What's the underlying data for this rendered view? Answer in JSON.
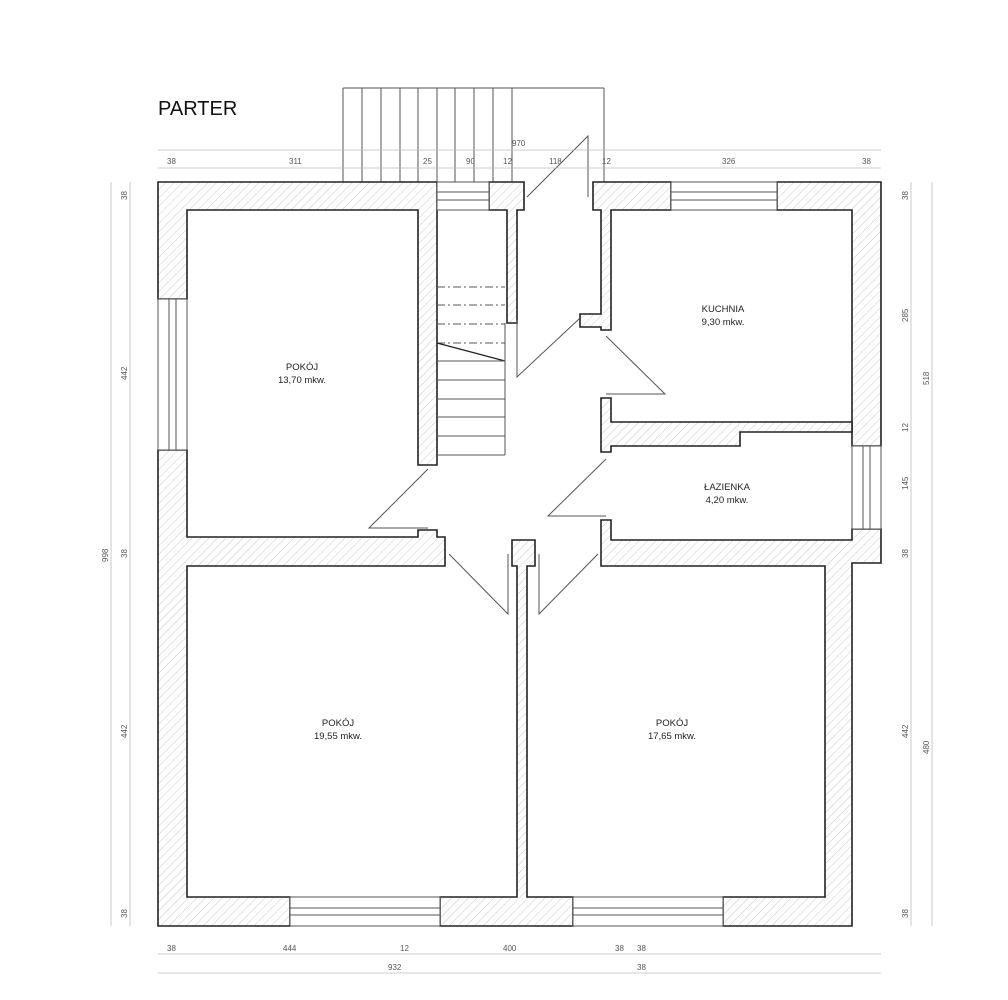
{
  "title": "PARTER",
  "rooms": [
    {
      "name": "POKÓJ",
      "area": "13,70 mkw."
    },
    {
      "name": "KUCHNIA",
      "area": "9,30 mkw."
    },
    {
      "name": "ŁAZIENKA",
      "area": "4,20 mkw."
    },
    {
      "name": "POKÓJ",
      "area": "19,55 mkw."
    },
    {
      "name": "POKÓJ",
      "area": "17,65 mkw."
    }
  ],
  "dimensions": {
    "top_total": "970",
    "top": [
      "38",
      "311",
      "25",
      "90",
      "12",
      "118",
      "12",
      "326",
      "38"
    ],
    "bottom": [
      "38",
      "444",
      "12",
      "400",
      "38",
      "38"
    ],
    "bottom_total": [
      "932",
      "38"
    ],
    "left": [
      "38",
      "442",
      "38",
      "442",
      "38"
    ],
    "left_total": "998",
    "right": [
      "38",
      "285",
      "12",
      "145",
      "38",
      "442",
      "38"
    ],
    "right_total": [
      "518",
      "480"
    ]
  }
}
